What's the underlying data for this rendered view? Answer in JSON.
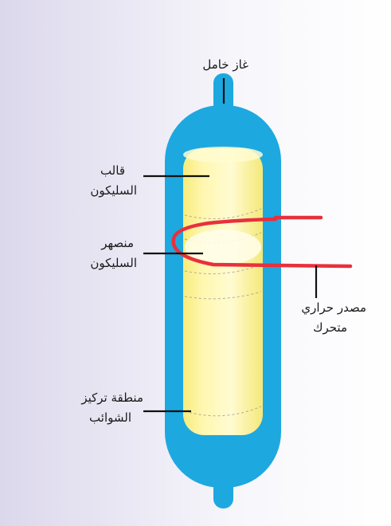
{
  "labels": {
    "inert_gas": "غاز خامل",
    "silicon_mold_l1": "قالب",
    "silicon_mold_l2": "السليكون",
    "silicon_melt_l1": "منصهر",
    "silicon_melt_l2": "السليكون",
    "heat_source_l1": "مصدر حراري",
    "heat_source_l2": "متحرك",
    "impurity_zone_l1": "منطقة تركيز",
    "impurity_zone_l2": "الشوائب"
  },
  "colors": {
    "vessel": "#1ea8e0",
    "rod": "#fff5a8",
    "rod_edge": "#f3e46a",
    "heater": "#e8303c",
    "leader": "#111111"
  }
}
